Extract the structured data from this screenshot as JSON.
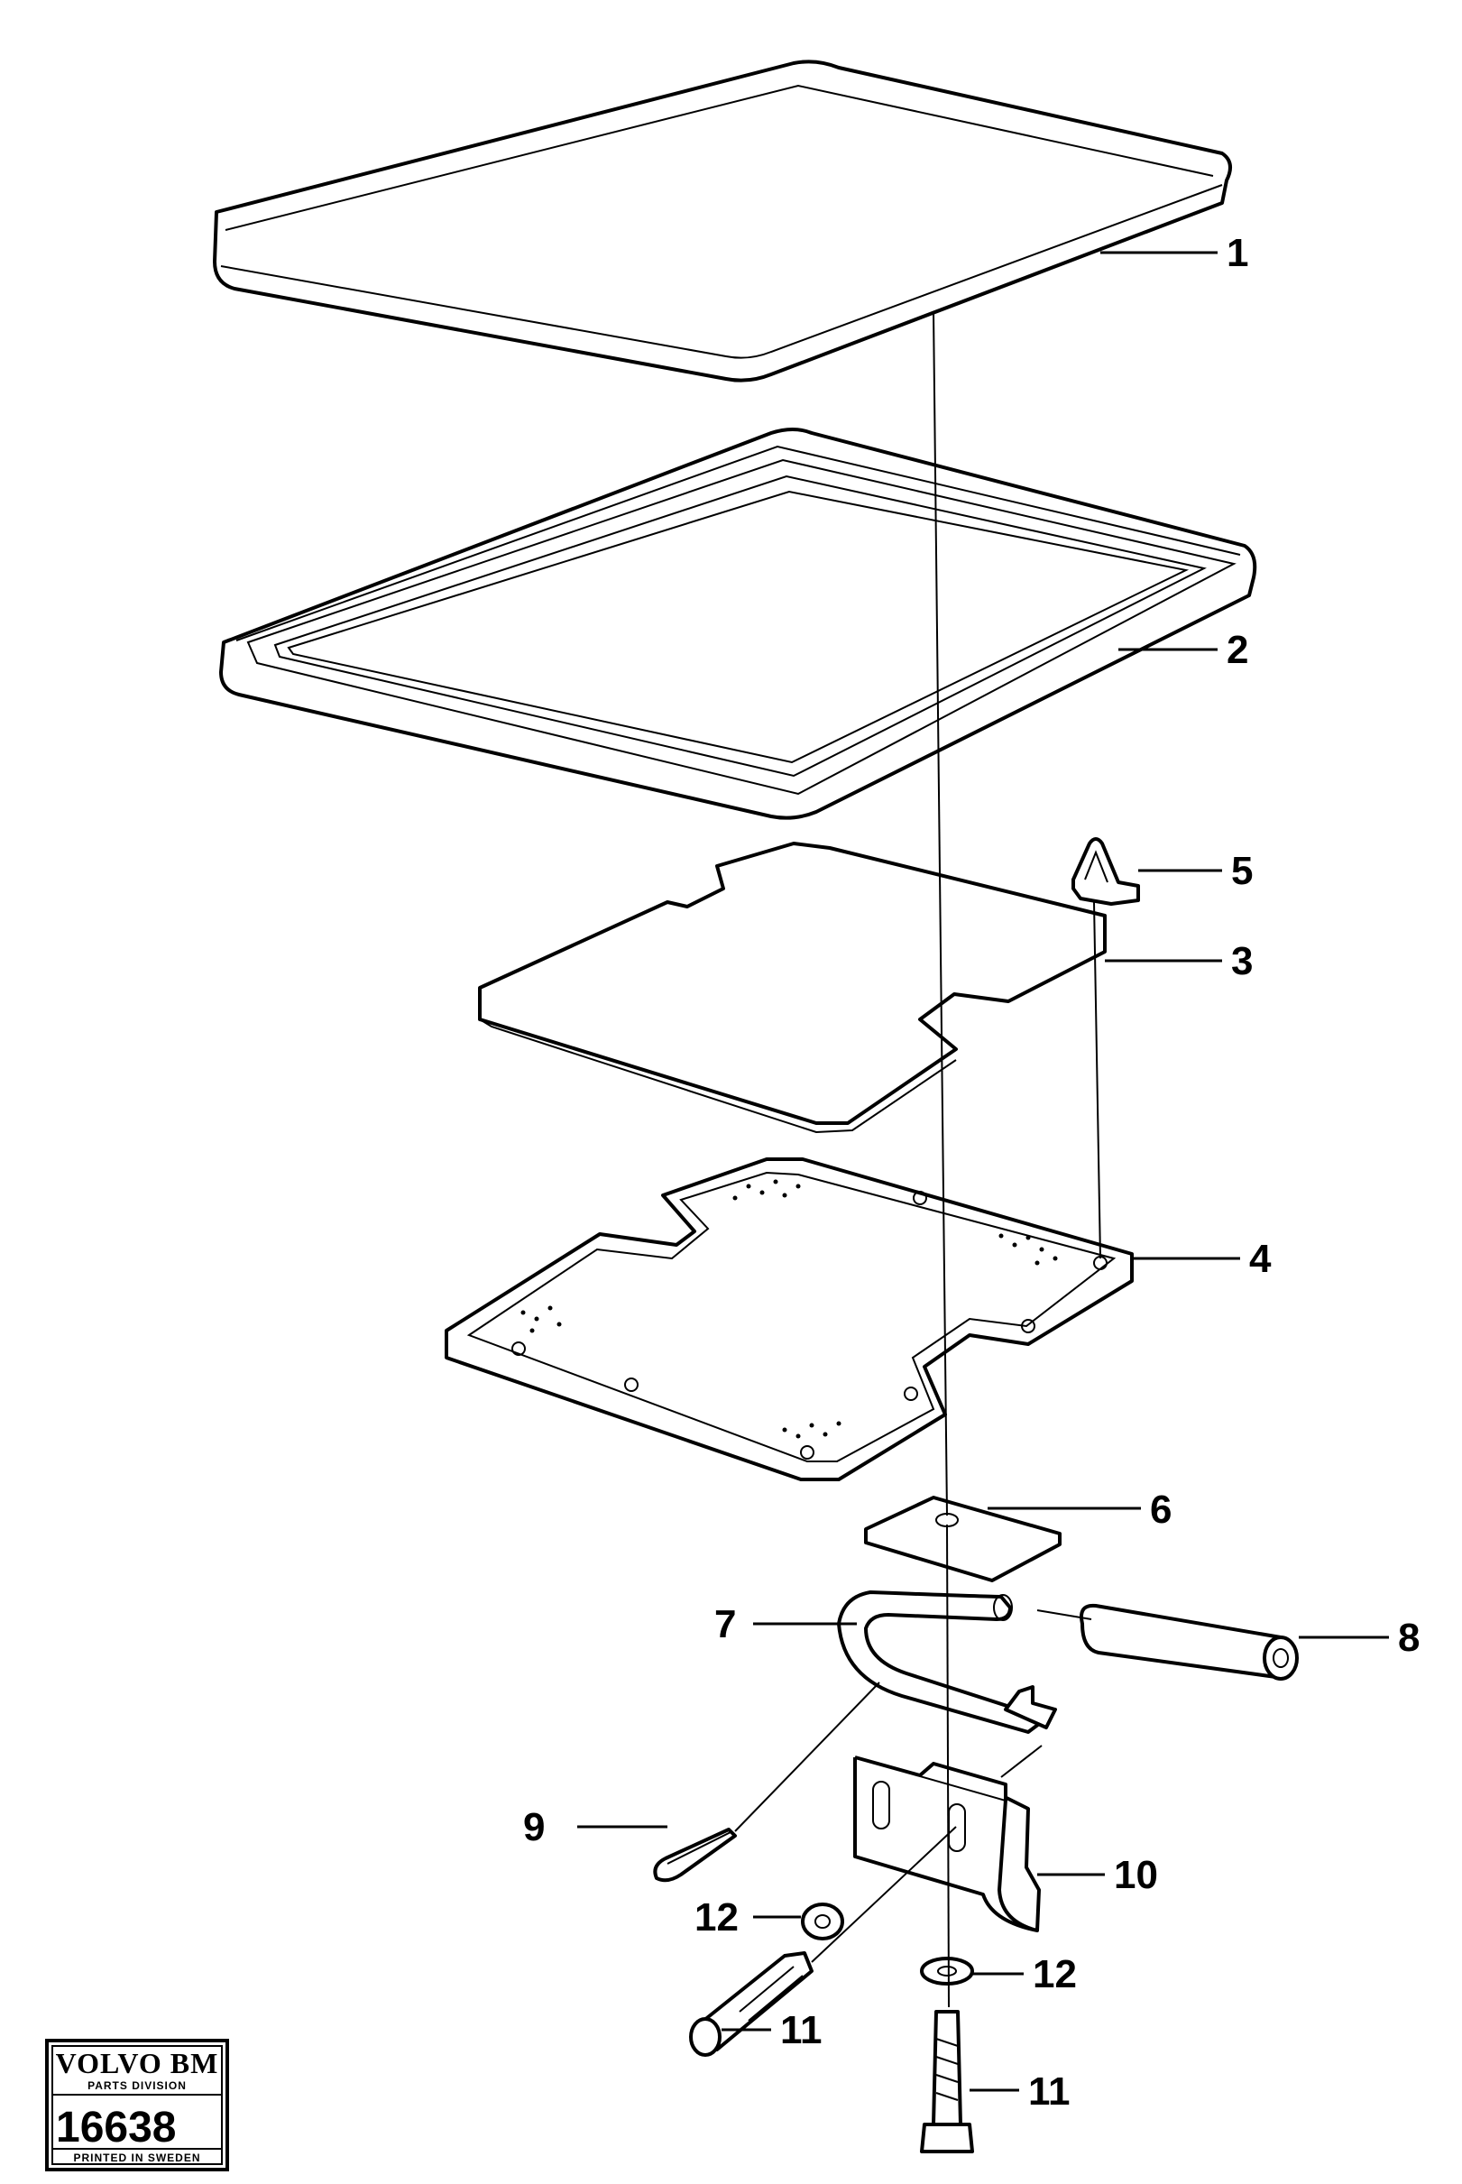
{
  "callouts": [
    {
      "id": "1",
      "text": "1"
    },
    {
      "id": "2",
      "text": "2"
    },
    {
      "id": "3",
      "text": "3"
    },
    {
      "id": "4",
      "text": "4"
    },
    {
      "id": "5",
      "text": "5"
    },
    {
      "id": "6",
      "text": "6"
    },
    {
      "id": "7",
      "text": "7"
    },
    {
      "id": "8",
      "text": "8"
    },
    {
      "id": "9",
      "text": "9"
    },
    {
      "id": "10",
      "text": "10"
    },
    {
      "id": "11a",
      "text": "11"
    },
    {
      "id": "11b",
      "text": "11"
    },
    {
      "id": "12a",
      "text": "12"
    },
    {
      "id": "12b",
      "text": "12"
    }
  ],
  "stamp": {
    "brand": "VOLVO BM",
    "division": "PARTS DIVISION",
    "number": "16638",
    "printed": "PRINTED IN SWEDEN"
  }
}
